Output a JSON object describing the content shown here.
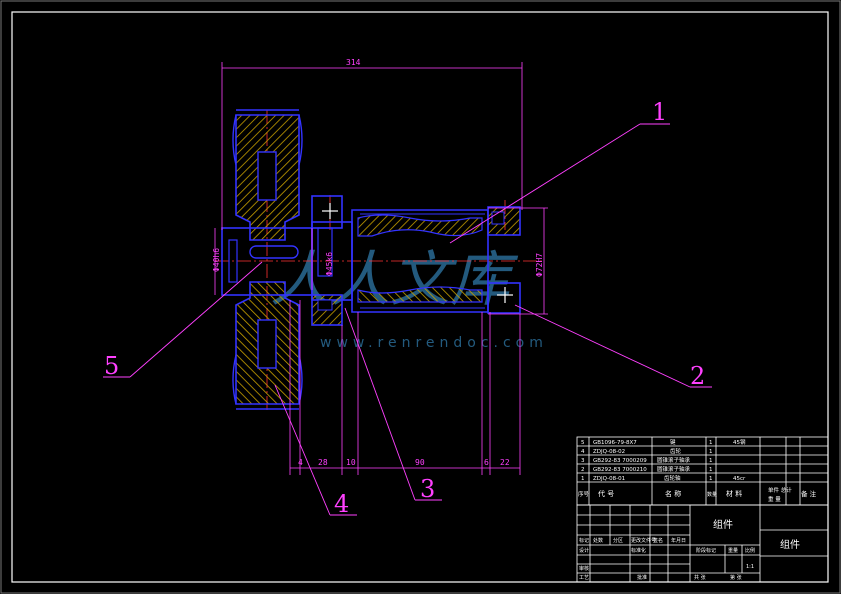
{
  "colors": {
    "background": "#000000",
    "frame": "#ffffff",
    "part_outline": "#3333ff",
    "hatch": "#c8a000",
    "dimension": "#ff40ff",
    "centerline": "#ff3333",
    "leader": "#ff40ff",
    "watermark": "#2f79a8",
    "table_text": "#ffffff"
  },
  "dimensions": {
    "overall_length": "314",
    "shaft_dia_left": "Φ40h6",
    "shaft_dia_mid": "Φ45k6",
    "shaft_dia_right": "Φ72H7",
    "seg_1": "4",
    "seg_2": "28",
    "seg_3": "10",
    "seg_4": "90",
    "seg_5": "6",
    "seg_6": "22"
  },
  "balloons": [
    "1",
    "2",
    "3",
    "4",
    "5"
  ],
  "watermark": {
    "text": "人人文库",
    "url": "www.renrendoc.com"
  },
  "parts_list": {
    "rows": [
      {
        "no": "5",
        "code": "GB1096-79-8X7",
        "name": "键",
        "qty": "1",
        "material": "45钢"
      },
      {
        "no": "4",
        "code": "ZDJQ-08-02",
        "name": "齿轮",
        "qty": "1",
        "material": ""
      },
      {
        "no": "3",
        "code": "GB292-83 7000209",
        "name": "圆锥滚子轴承",
        "qty": "1",
        "material": ""
      },
      {
        "no": "2",
        "code": "GB292-83 7000210",
        "name": "圆锥滚子轴承",
        "qty": "1",
        "material": ""
      },
      {
        "no": "1",
        "code": "ZDJQ-08-01",
        "name": "齿轮轴",
        "qty": "1",
        "material": "45cr"
      }
    ],
    "header": {
      "no": "序号",
      "code": "代 号",
      "name": "名 称",
      "qty": "数量",
      "material": "材 料",
      "single_weight": "单件 总计",
      "weight": "重 量",
      "remark": "备 注"
    }
  },
  "title_block": {
    "title": "组件",
    "drawing_title": "组件",
    "labels": {
      "mark": "标记",
      "count": "处数",
      "zone": "分区",
      "change_doc": "更改文件号",
      "signature": "签名",
      "date": "年月日",
      "design": "设计",
      "standardize": "标准化",
      "review": "审核",
      "process": "工艺",
      "approve": "批准",
      "stage_mark": "阶段标记",
      "weight": "重量",
      "scale": "比例",
      "scale_value": "1:1",
      "sheets": "共 张",
      "sheet": "第 张"
    }
  }
}
